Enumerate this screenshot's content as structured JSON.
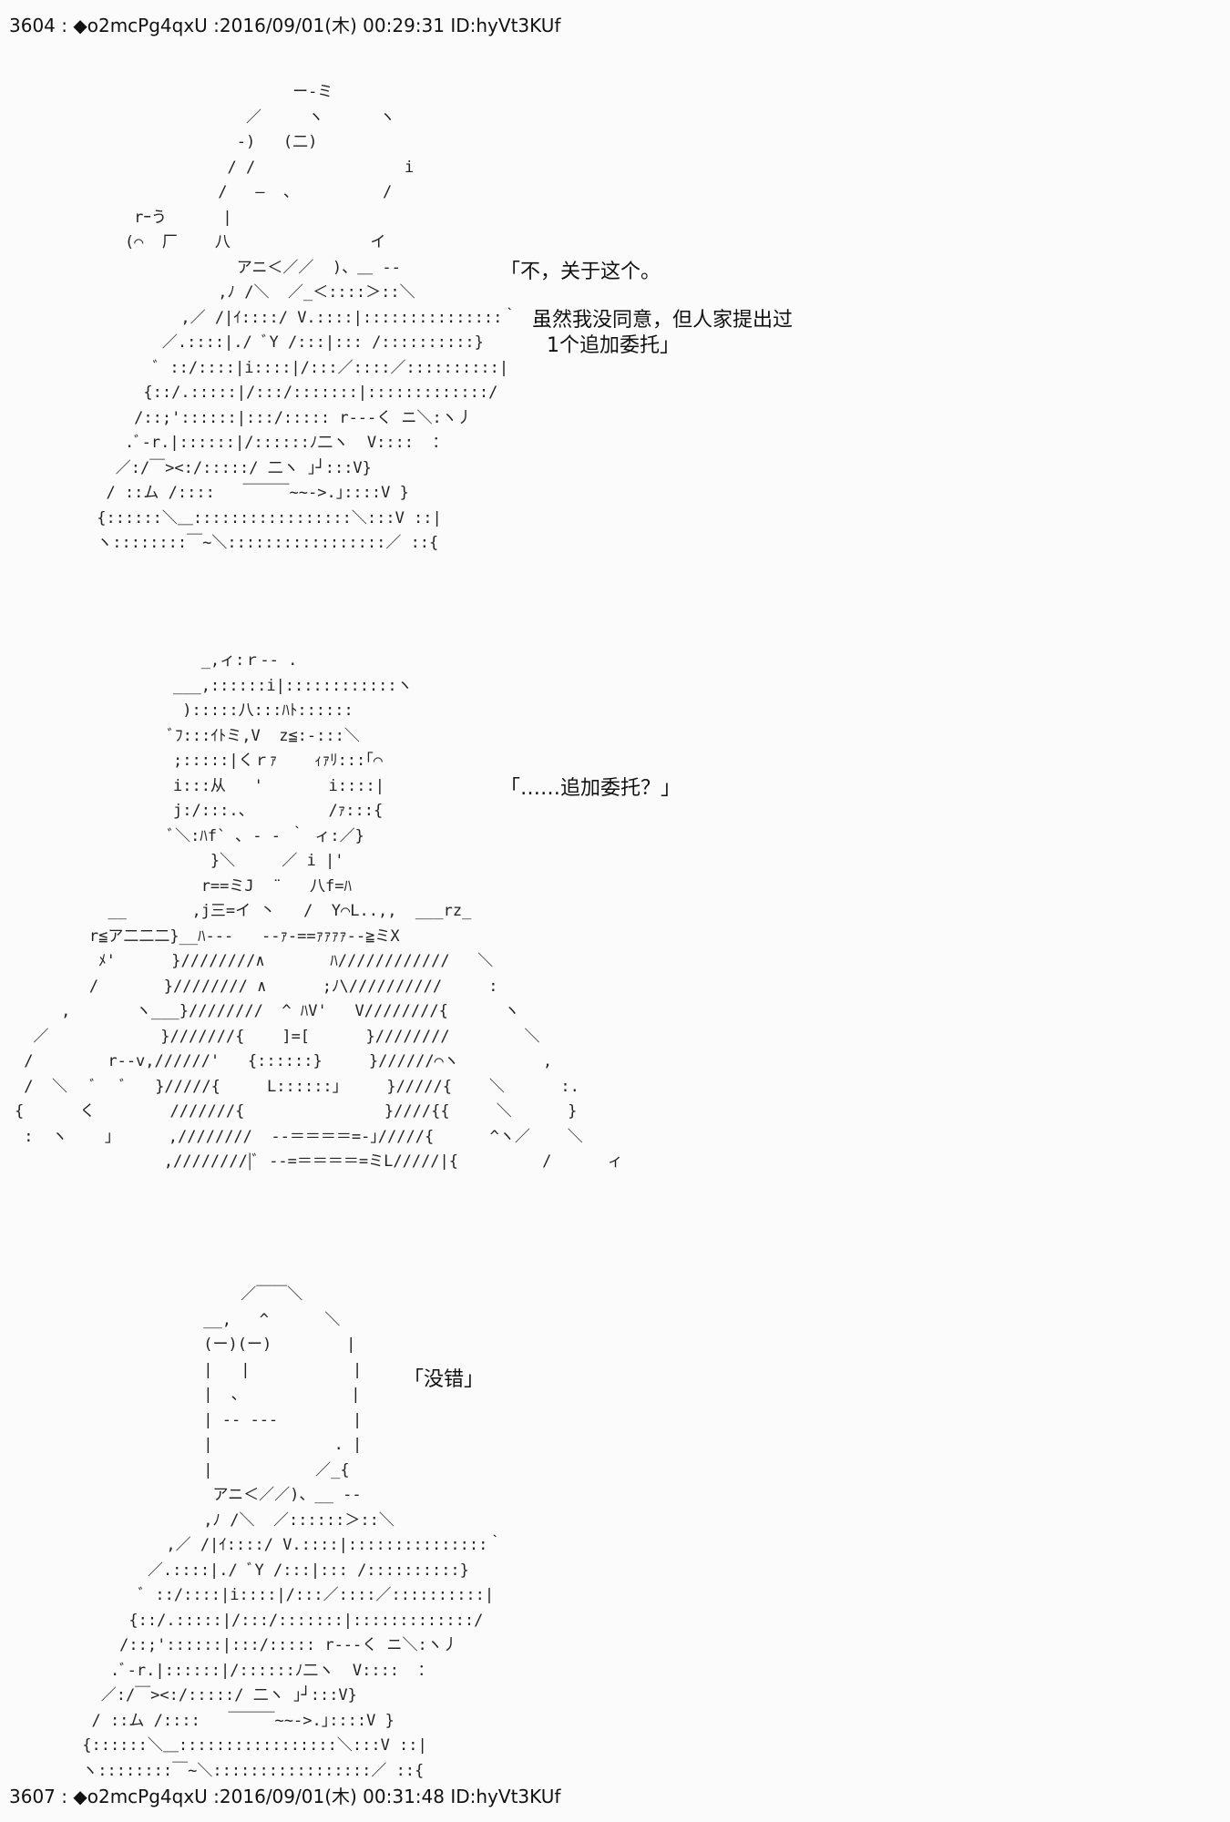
{
  "posts": [
    {
      "header": "3604 : ◆o2mcPg4qxU :2016/09/01(木) 00:29:31 ID:hyVt3KUf",
      "panels": [
        {
          "art": "                      ー-ミ\n                 ／     ヽ      ヽ\n                ‐)   (二)\n               / /                i\n              /   ―  、         /\n     rｰう      |\n    (⌒  厂    八               イ\n                アニ＜／／  )、＿ -- \n              ,ﾉ /＼  ／_＜::::＞::＼\n          ,／ /|ｲ::::/ V.::::|:::::::::::::::｀\n        ／.::::|./ ﾞY /:::|::: /::::::::::}\n       ﾞ ::/::::|i::::|/:::／::::／::::::::::|\n      {::/.:::::|/:::/:::::::|:::::::::::::/\n     /::;'::::::|:::/::::: r---く ニ＼:ヽ丿\n    .ﾞ-r.|::::::|/::::::ﾉ二ヽ  V::::  ：\n   ／:/￣><:/:::::/ 二ヽ ｣┘:::V}\n  / ::ム /::::   ￣￣￣~~->.｣::::V }\n {::::::＼＿:::::::::::::::::＼:::V ::|\n ヽ::::::::￣~＼:::::::::::::::::／ ::{",
          "lines": [
            "「不，关于这个。",
            "虽然我没同意，但人家提出过",
            "1个追加委托」"
          ]
        },
        {
          "art": "                    _,ィ:ｒ-- .\n                 ___,::::::i|::::::::::::ヽ\n                  ):::::八:::ﾊﾄ::::::\n                 ﾞﾌ:::ｲﾄミ,V  z≦:-:::＼\n                 ;:::::|くｒｧ    ｨｧﾘ:::｢⌒\n                 i:::从   '       i::::|\n                 j:/:::.、        /ｧ:::{\n                 ﾞ＼:ﾊf` ､ - - ｀ ィ:／}\n                     }＼     ／ i |'\n                    r==ミJ  ¨   八f=ﾊ\n          __       ,j三=イ 丶   /  Y⌒L..,,  ___rz_\n        r≦ア二二二}__ﾊ---   --ｧ-==ｧｧｧｧ--≧ミX\n         ﾒ'      }////////∧       ﾊ////////////   ＼\n        /       }//////// ∧      ;ﾉ\\//////////     :\n     ,       ヽ___}////////  ^ ﾊV'   V////////{      ヽ\n  ／            }///////{    ]=[      }////////        ＼\n /        r--v,//////'   {::::::}     }//////⌒ヽ         ,\n /  ＼   ﾞ   ﾞ   }/////{     L::::::｣     }/////{    ＼      :.\n{      く        ///////{               }////{{     ＼      }\n :  ヽ    ｣      ,////////  --＝＝＝＝=-｣/////{      ^ヽ／    ＼\n                ,////////|ﾞ --=＝＝＝＝=ミL/////|{         /      ィ",
          "lines": [
            "「……追加委托？」"
          ]
        },
        {
          "art": "                  ／￣￣＼\n              __,   ^      ＼\n              (ー)(ー)        |\n              |   |           |\n              |  ､            |\n              | -- ---        |\n              |             . |\n              |           ／_{\n               アニ＜／／)、__ --\n              ,ﾉ /＼  ／::::::＞::＼\n          ,／ /|ｲ::::/ V.::::|:::::::::::::::｀\n        ／.::::|./ ﾞY /:::|::: /::::::::::}\n       ﾞ ::/::::|i::::|/:::／::::／::::::::::|\n      {::/.:::::|/:::/:::::::|:::::::::::::/\n     /::;'::::::|:::/::::: r---く ニ＼:ヽ丿\n    .ﾞ-r.|::::::|/::::::ﾉ二ヽ  V::::  ：\n   ／:/￣><:/:::::/ 二ヽ ｣┘:::V}\n  / ::ム /::::   ￣￣￣~~->.｣::::V }\n {::::::＼＿:::::::::::::::::＼:::V ::|\n ヽ::::::::￣~＼:::::::::::::::::／ ::{",
          "lines": [
            "「没错」"
          ]
        }
      ]
    },
    {
      "header": "3607 : ◆o2mcPg4qxU :2016/09/01(木) 00:31:48 ID:hyVt3KUf"
    }
  ]
}
